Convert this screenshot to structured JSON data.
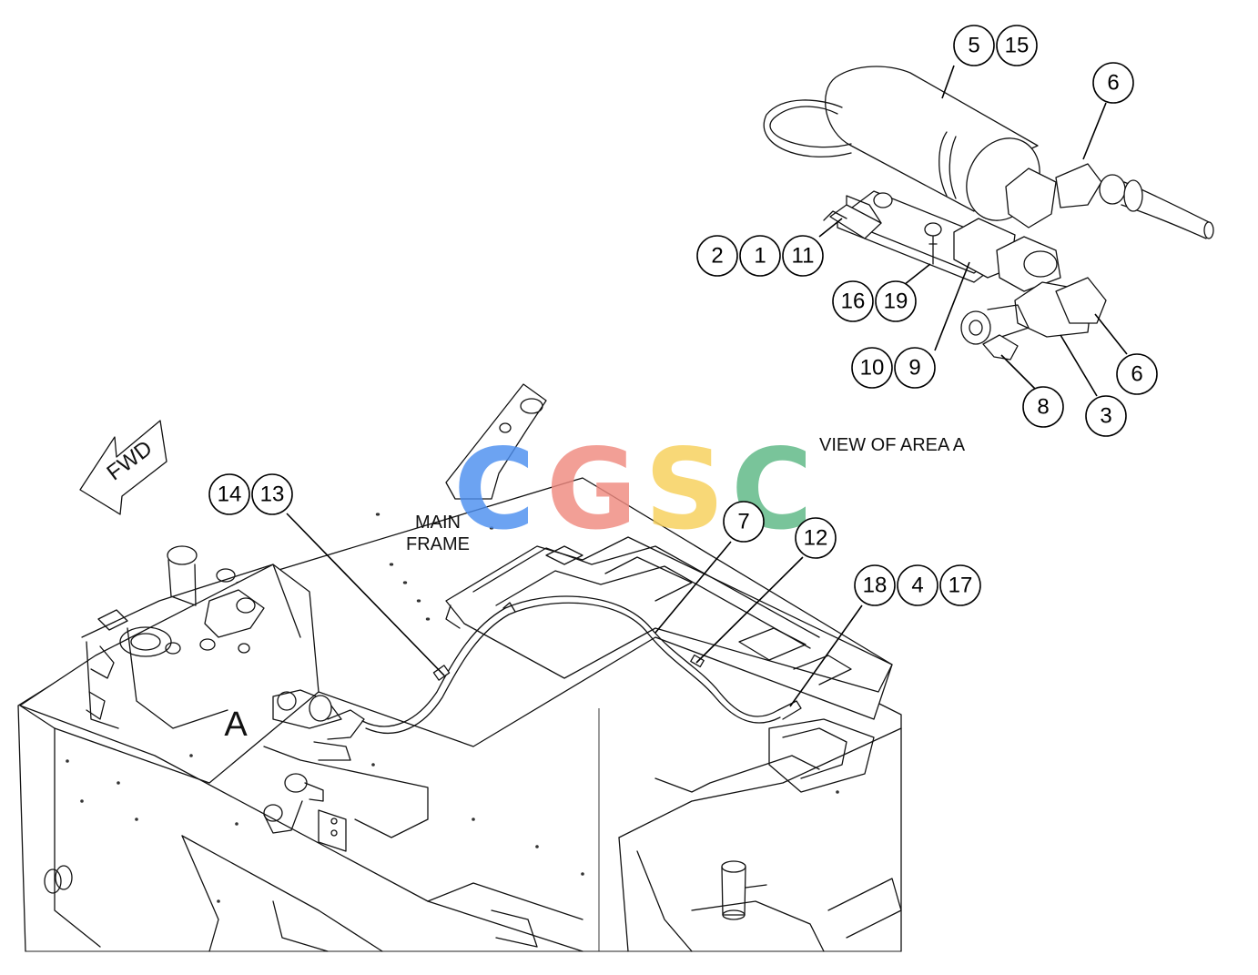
{
  "labels": {
    "view_of_area": "VIEW OF AREA A",
    "main_frame_line1": "MAIN",
    "main_frame_line2": "FRAME",
    "area_letter": "A",
    "fwd": "FWD"
  },
  "watermark": {
    "letters": [
      "C",
      "G",
      "S",
      "C"
    ],
    "colors": [
      "#4d8ff0",
      "#f08a80",
      "#f7d05a",
      "#5cb884"
    ]
  },
  "callouts": {
    "c5": "5",
    "c15": "15",
    "c6a": "6",
    "c2": "2",
    "c1": "1",
    "c11": "11",
    "c16": "16",
    "c19": "19",
    "c10": "10",
    "c9": "9",
    "c6b": "6",
    "c8": "8",
    "c3": "3",
    "c14": "14",
    "c13": "13",
    "c7": "7",
    "c12": "12",
    "c18": "18",
    "c4": "4",
    "c17": "17"
  }
}
